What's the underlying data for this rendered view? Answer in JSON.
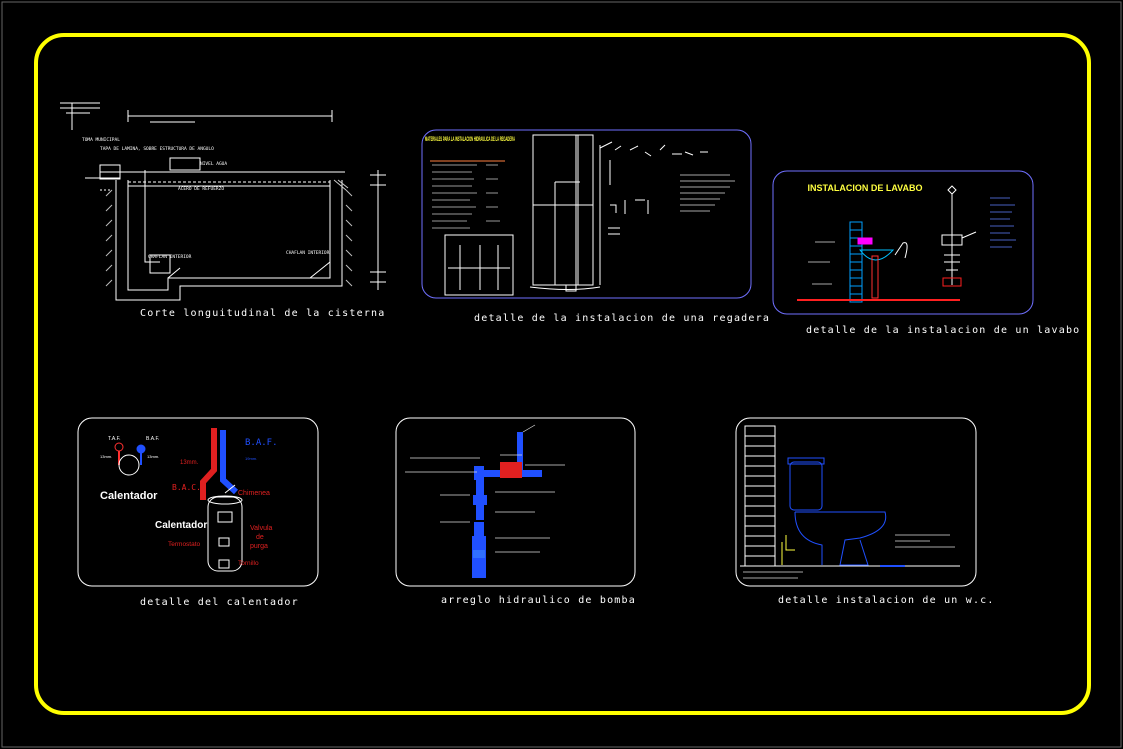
{
  "captions": {
    "cisterna": "Corte longuitudinal de la cisterna",
    "regadera": "detalle de la instalacion de una regadera",
    "lavabo": "detalle de la instalacion de un lavabo",
    "calentador": "detalle del calentador",
    "bomba": "arreglo hidraulico de bomba",
    "wc": "detalle instalacion de un w.c."
  },
  "cisterna": {
    "tapa_label": "TAPA DE LAMINA, SOBRE ESTRUCTURA DE ANGULO",
    "nivel_label": "NIVEL AGUA",
    "chaflan_left": "CHAFLAN INTERIOR",
    "chaflan_right": "CHAFLAN INTERIOR",
    "toma_label": "TOMA MUNICIPAL",
    "acero_label": "ACERO DE REFUERZO"
  },
  "regadera": {
    "materials_title": "MATERIALES PARA LA INSTALACION HIDRAULICA DE LA REGADERA"
  },
  "lavabo": {
    "title": "INSTALACION DE LAVABO"
  },
  "calentador": {
    "taf": "T.A.F.",
    "baf_small": "B.A.F.",
    "baf_big": "B.A.F.",
    "diam_left": "13mm.",
    "diam_right": "13mm.",
    "diam_red": "13mm.",
    "diam_blue": "19mm.",
    "bac": "B.A.C.",
    "chimenea": "Chimenea",
    "calentador_left": "Calentador",
    "calentador_center": "Calentador",
    "valvula_1": "Valvula",
    "valvula_2": "de",
    "valvula_3": "purga",
    "termostato": "Termostato",
    "tornillo": "Tornillo"
  },
  "colors": {
    "frame": "#ffff00",
    "panel_border": "#ffffff",
    "regadera_border": "#7070ff",
    "blue_pipe": "#2050ff",
    "red_pipe": "#e02020",
    "magenta": "#ff00ff",
    "yellow_text": "#ffff40"
  }
}
